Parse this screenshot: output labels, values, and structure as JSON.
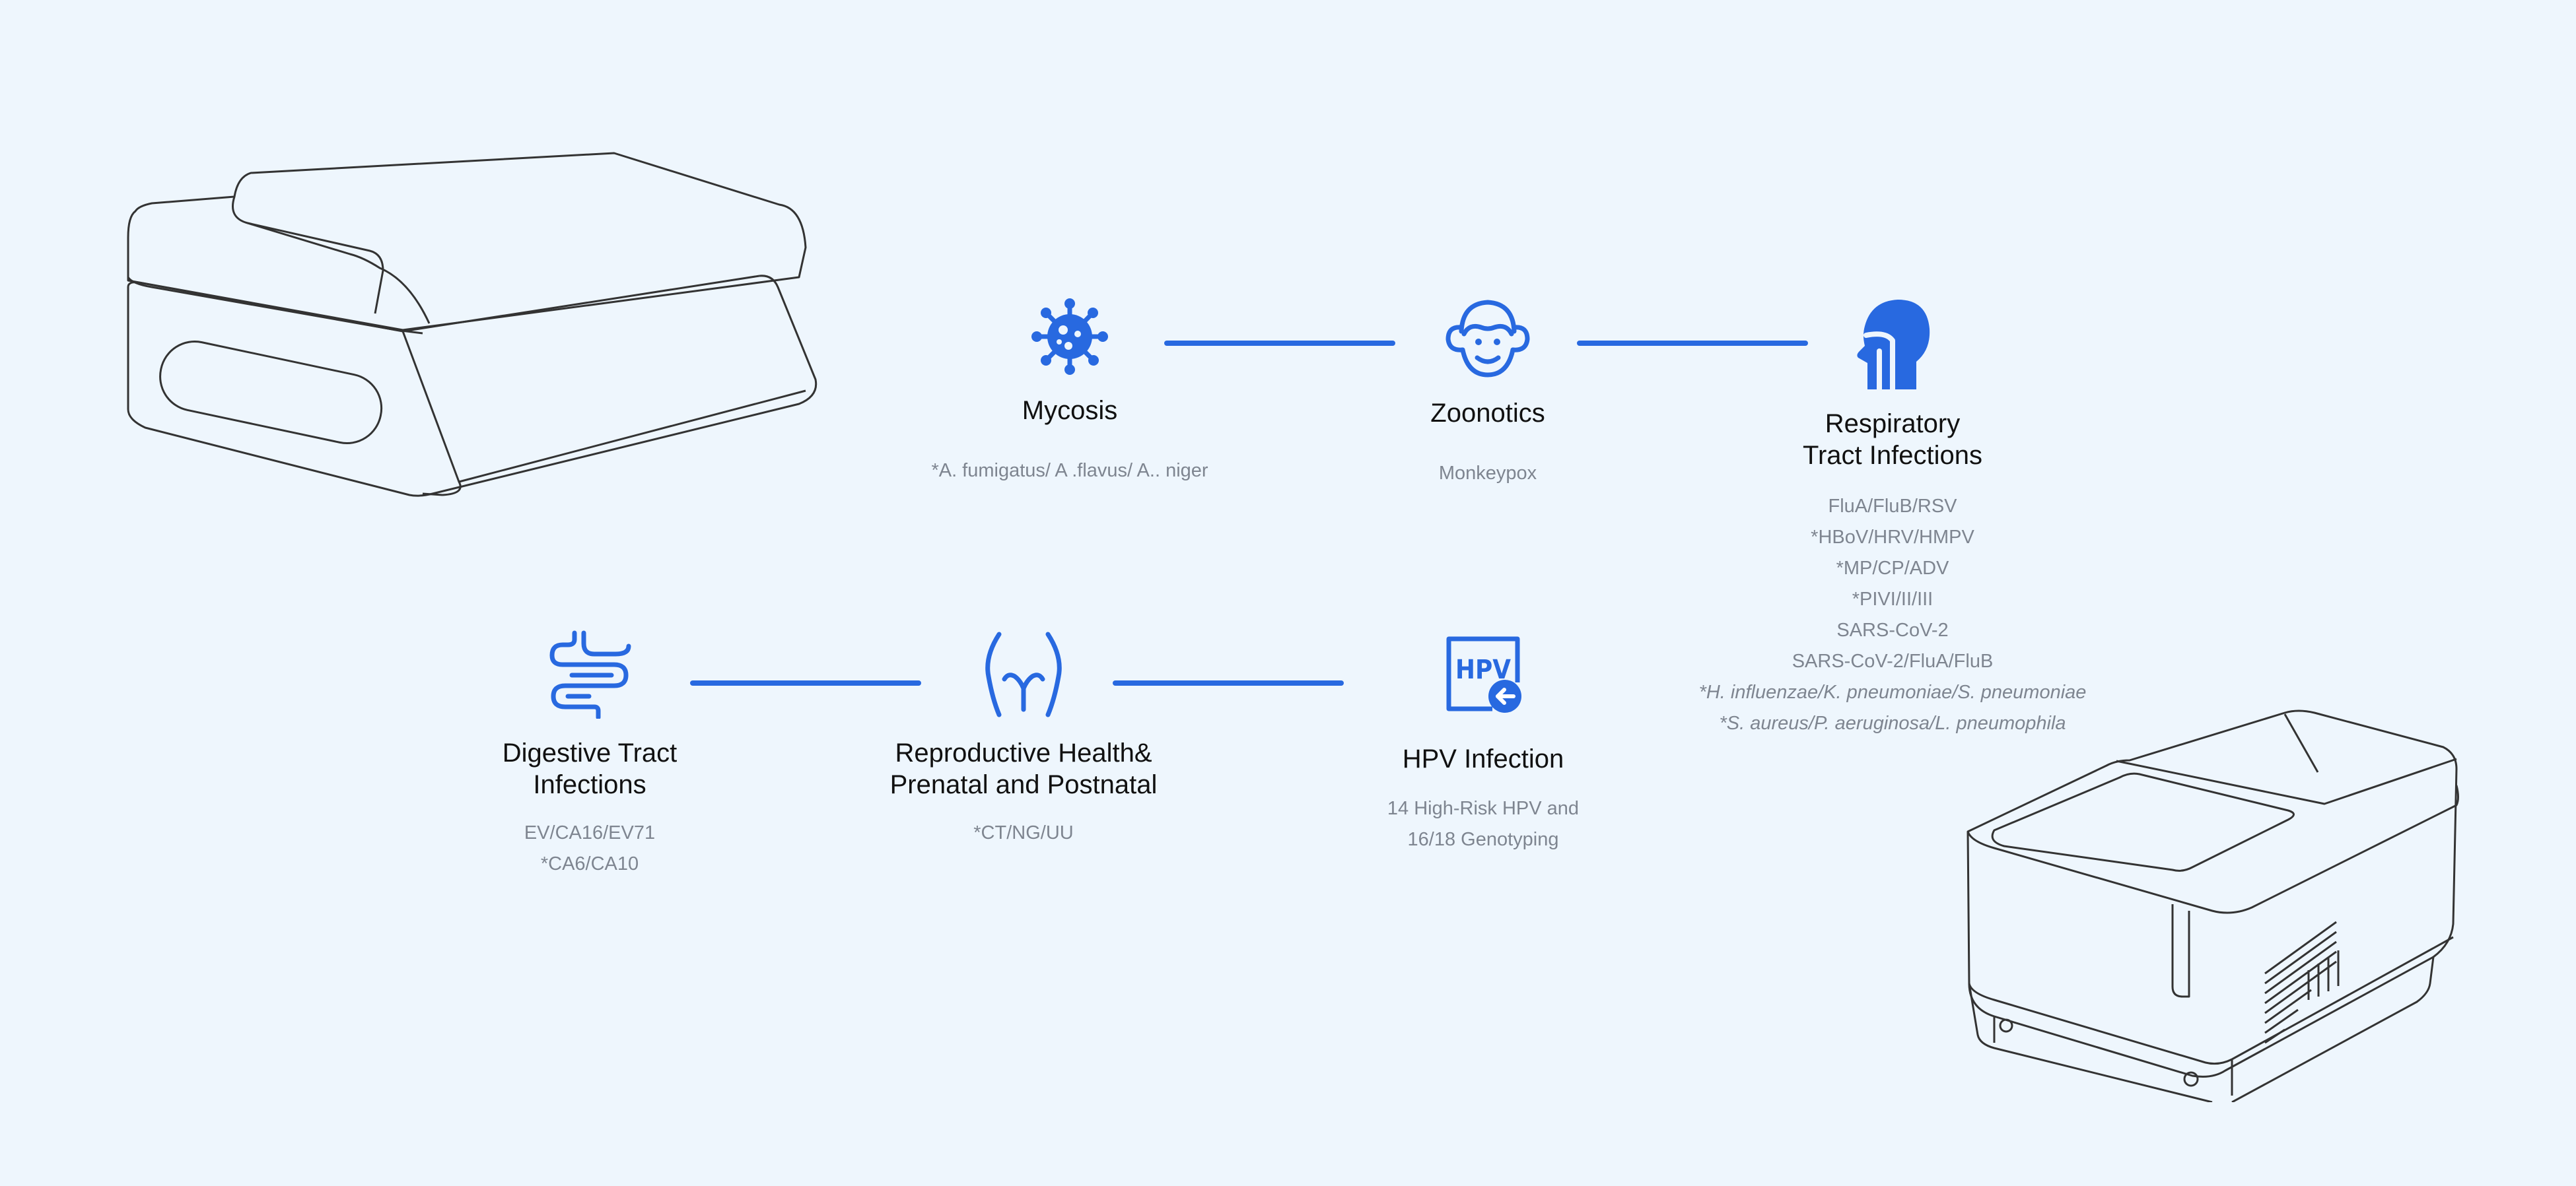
{
  "colors": {
    "background": "#eef6fd",
    "accent": "#2869e0",
    "title": "#111111",
    "muted": "#7e8590",
    "outline": "#333333"
  },
  "nodes": {
    "mycosis": {
      "icon": "virus-icon",
      "title": "Mycosis",
      "items": [
        "*A. fumigatus/ A .flavus/ A.. niger"
      ]
    },
    "zoonotics": {
      "icon": "monkey-face-icon",
      "title": "Zoonotics",
      "items": [
        "Monkeypox"
      ]
    },
    "respiratory": {
      "icon": "head-airway-icon",
      "title": "Respiratory\nTract Infections",
      "items": [
        "FluA/FluB/RSV",
        "*HBoV/HRV/HMPV",
        "*MP/CP/ADV",
        "*PIVI/II/III",
        "SARS-CoV-2",
        "SARS-CoV-2/FluA/FluB"
      ],
      "italic_items": [
        "*H. influenzae/K. pneumoniae/S. pneumoniae",
        "*S. aureus/P. aeruginosa/L. pneumophila"
      ]
    },
    "digestive": {
      "icon": "intestine-icon",
      "title": "Digestive Tract\nInfections",
      "items": [
        "EV/CA16/EV71",
        "*CA6/CA10"
      ]
    },
    "reproductive": {
      "icon": "pelvis-icon",
      "title": "Reproductive Health&\nPrenatal and Postnatal",
      "items": [
        "*CT/NG/UU"
      ]
    },
    "hpv": {
      "icon": "hpv-icon",
      "icon_text": "HPV",
      "title": "HPV Infection",
      "description": "14 High-Risk HPV and\n16/18 Genotyping"
    }
  }
}
